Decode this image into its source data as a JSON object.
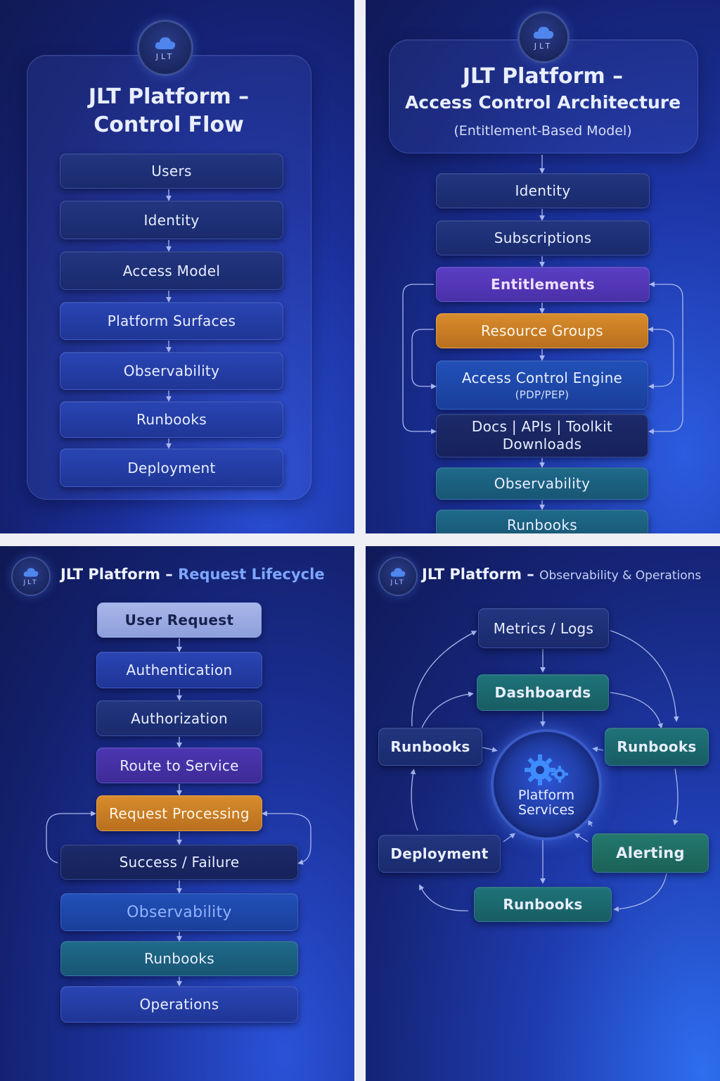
{
  "logo": {
    "text": "JLT"
  },
  "panel1": {
    "title_line1": "JLT Platform –",
    "title_line2": "Control Flow",
    "steps": [
      "Users",
      "Identity",
      "Access Model",
      "Platform Surfaces",
      "Observability",
      "Runbooks",
      "Deployment"
    ]
  },
  "panel2": {
    "title_line1": "JLT Platform –",
    "title_line2": "Access Control Architecture",
    "title_line3": "(Entitlement-Based Model)",
    "steps": {
      "identity": "Identity",
      "subscriptions": "Subscriptions",
      "entitlements": "Entitlements",
      "resource_groups": "Resource Groups",
      "engine": "Access Control Engine",
      "engine_sub": "(PDP/PEP)",
      "docs_line1": "Docs | APIs | Toolkit",
      "docs_line2": "Downloads",
      "observability": "Observability",
      "runbooks": "Runbooks"
    }
  },
  "panel3": {
    "title_main": "JLT Platform –",
    "title_accent": "Request Lifecycle",
    "steps": {
      "user_request": "User Request",
      "authentication": "Authentication",
      "authorization": "Authorization",
      "route": "Route to Service",
      "processing": "Request Processing",
      "result": "Success / Failure",
      "observability": "Observability",
      "runbooks": "Runbooks",
      "operations": "Operations"
    }
  },
  "panel4": {
    "title_main": "JLT Platform –",
    "title_sub": "Observability & Operations",
    "hub_line1": "Platform",
    "hub_line2": "Services",
    "nodes": {
      "metrics": "Metrics / Logs",
      "dashboards": "Dashboards",
      "runbooks_left": "Runbooks",
      "runbooks_right": "Runbooks",
      "deployment": "Deployment",
      "alerting": "Alerting",
      "runbooks_bottom": "Runbooks"
    }
  },
  "colors": {
    "purple": "#5a3fc4",
    "orange": "#d98c2c",
    "teal": "#1f6a8a",
    "green": "#23796e",
    "accent_blue": "#7fa6ff"
  }
}
